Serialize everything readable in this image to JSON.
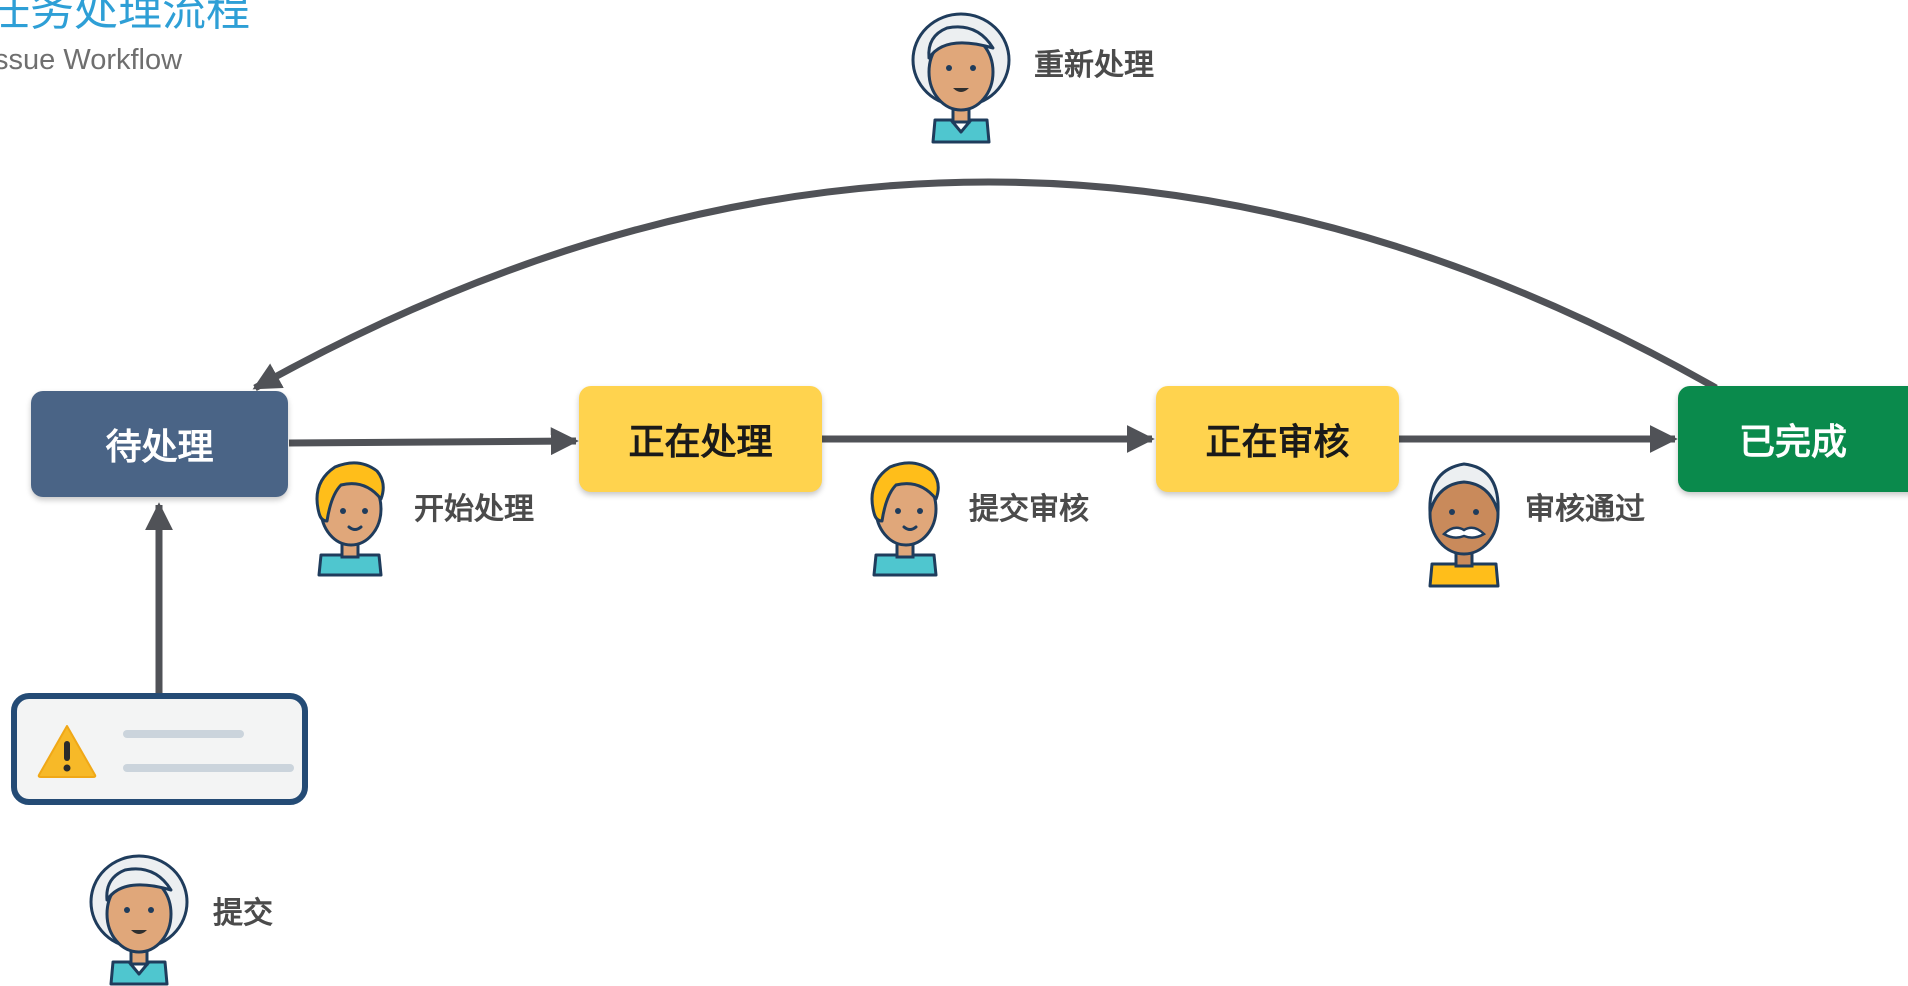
{
  "header": {
    "title": "任务处理流程",
    "subtitle": "Issue Workflow"
  },
  "nodes": {
    "pending": {
      "label": "待处理",
      "bg": "#4a6486",
      "fg": "#ffffff"
    },
    "in_progress": {
      "label": "正在处理",
      "bg": "#ffd34e",
      "fg": "#1a1a1a"
    },
    "in_review": {
      "label": "正在审核",
      "bg": "#ffd34e",
      "fg": "#1a1a1a"
    },
    "done": {
      "label": "已完成",
      "bg": "#0a8a4c",
      "fg": "#ffffff"
    }
  },
  "transitions": {
    "submit": "提交",
    "start": "开始处理",
    "submit_review": "提交审核",
    "approve": "审核通过",
    "reprocess": "重新处理"
  },
  "colors": {
    "connector": "#505257",
    "title": "#2e9fd6",
    "card_border": "#244b75",
    "warning": "#f7b928"
  },
  "icons": {
    "issue_card": "warning-triangle-icon",
    "avatars": [
      "elder-woman-avatar-icon",
      "blonde-person-avatar-icon",
      "mustache-man-avatar-icon"
    ]
  }
}
